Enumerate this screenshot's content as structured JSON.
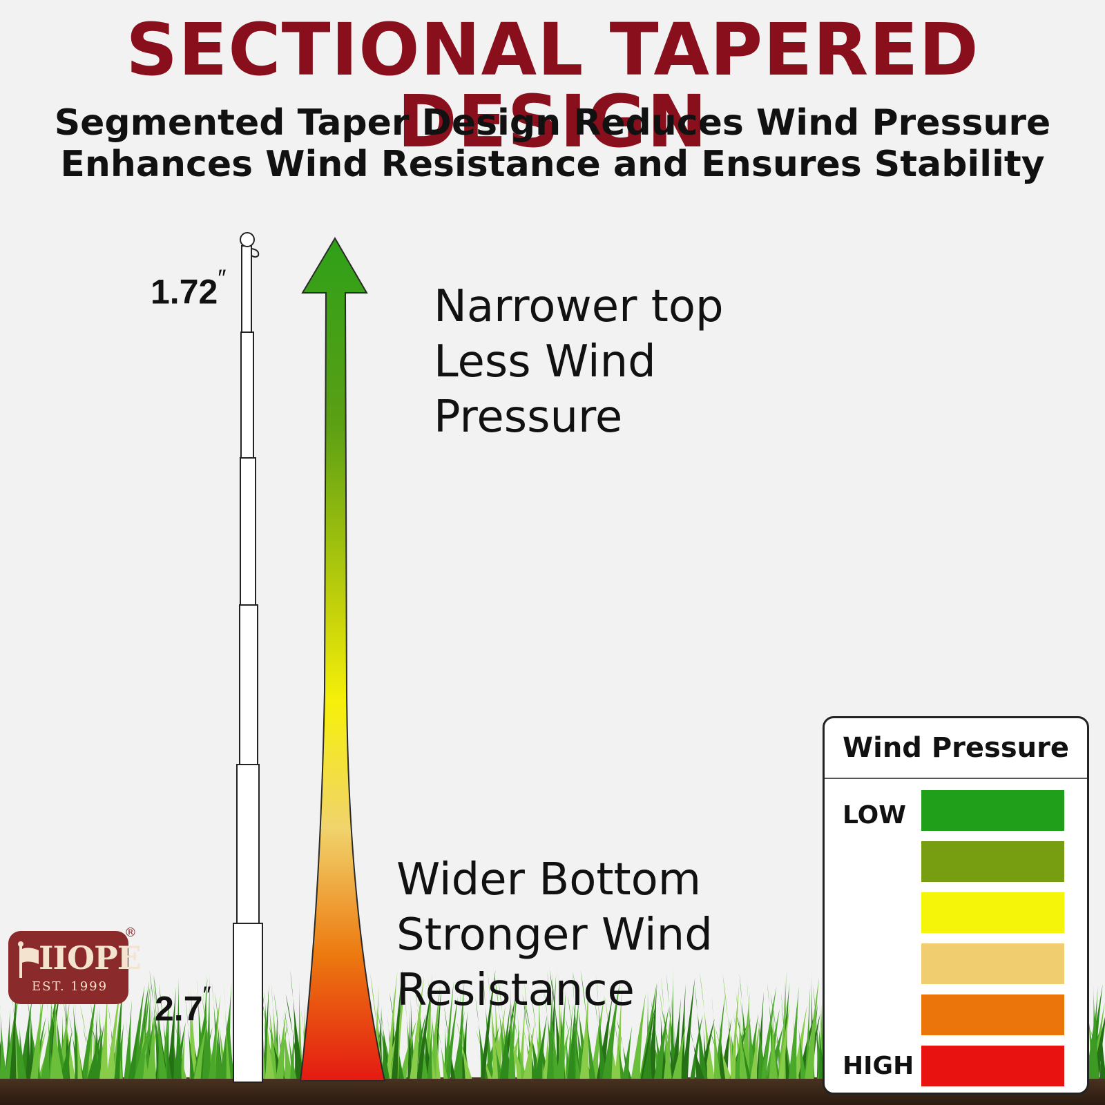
{
  "header": {
    "title": "SECTIONAL TAPERED DESIGN",
    "subtitle_line1": "Segmented Taper Design Reduces Wind Pressure",
    "subtitle_line2": "Enhances Wind Resistance and Ensures Stability"
  },
  "pole": {
    "top_diameter": "1.72",
    "bottom_diameter": "2.7",
    "inch_mark": "″"
  },
  "captions": {
    "top": [
      "Narrower top",
      "Less Wind",
      "Pressure"
    ],
    "bottom": [
      "Wider Bottom",
      "Stronger Wind",
      "Resistance"
    ]
  },
  "legend": {
    "title": "Wind Pressure",
    "low_label": "LOW",
    "high_label": "HIGH",
    "swatches": [
      "#20a01a",
      "#779e10",
      "#f5f50a",
      "#f0ce70",
      "#eb740b",
      "#e81210"
    ]
  },
  "logo": {
    "name": "IIOPE",
    "est": "EST. 1999",
    "registered": "®"
  },
  "colors": {
    "title": "#8a0f1d",
    "logo_bg": "#8a2a2a",
    "arrow_top": "#2ea019",
    "arrow_yellow": "#f6f00a",
    "arrow_bottom": "#e41a12",
    "grass": "#3a9a22",
    "soil": "#3a2618"
  }
}
